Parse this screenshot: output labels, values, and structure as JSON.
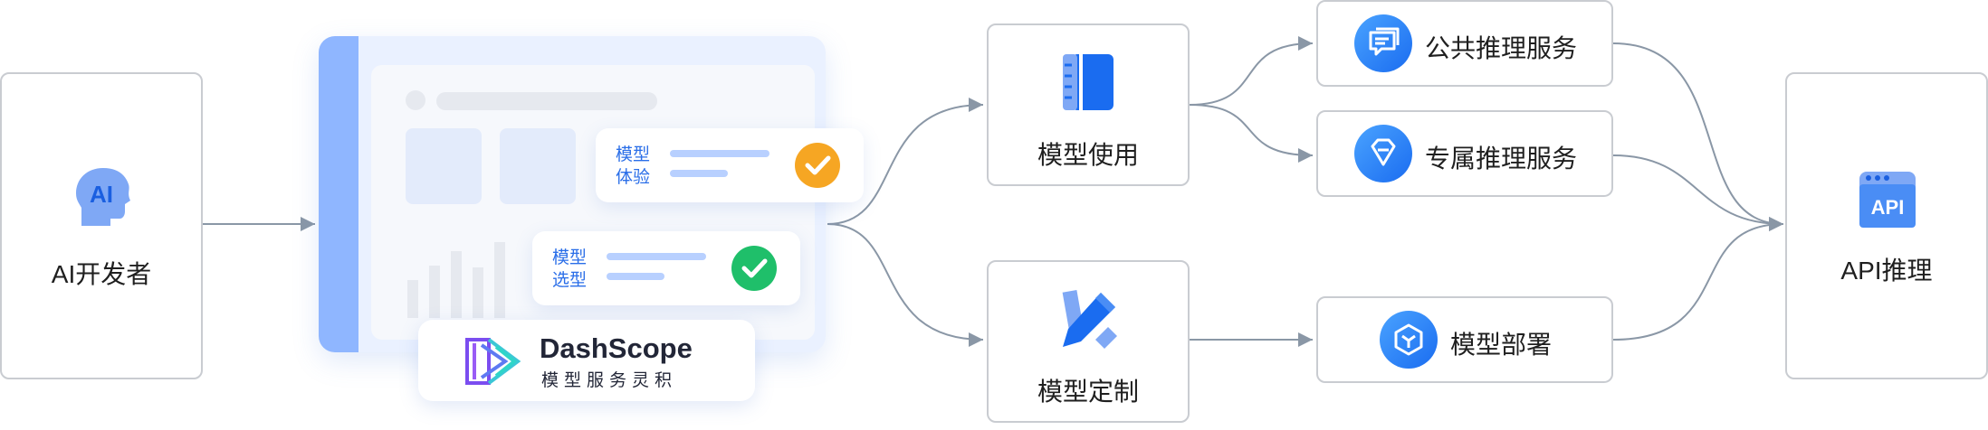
{
  "nodes": {
    "developer": "AI开发者",
    "model_use": "模型使用",
    "model_custom": "模型定制",
    "public_inference": "公共推理服务",
    "dedicated_inference": "专属推理服务",
    "model_deploy": "模型部署",
    "api_inference": "API推理"
  },
  "dashscope": {
    "card1_text": [
      "模型",
      "体验"
    ],
    "card2_text": [
      "模型",
      "选型"
    ],
    "brand": "DashScope",
    "brand_sub": "模型服务灵积"
  },
  "icons": {
    "developer": "ai-head-icon",
    "model_use": "notebook-icon",
    "model_custom": "pencil-icon",
    "public_inference": "chat-icon",
    "dedicated_inference": "diamond-icon",
    "model_deploy": "cube-icon",
    "api_inference": "api-window-icon",
    "card1_check": "check-icon-orange",
    "card2_check": "check-icon-green"
  },
  "icon_labels": {
    "developer": "AI",
    "api_inference": "API"
  },
  "colors": {
    "accent_blue": "#2f7cf6",
    "connector": "#8a97a6",
    "check_orange": "#f6a623",
    "check_green": "#1fbf6a"
  }
}
